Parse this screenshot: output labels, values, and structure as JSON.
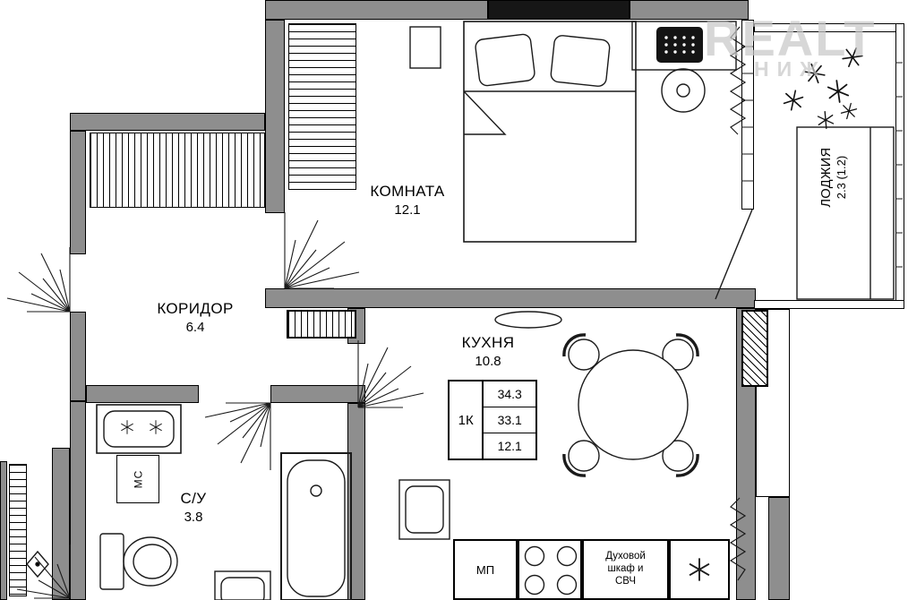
{
  "rooms": {
    "bedroom": {
      "name": "КОМНАТА",
      "area": "12.1"
    },
    "corridor": {
      "name": "КОРИДОР",
      "area": "6.4"
    },
    "kitchen": {
      "name": "КУХНЯ",
      "area": "10.8"
    },
    "bathroom": {
      "name": "С/У",
      "area": "3.8"
    },
    "loggia": {
      "name": "ЛОДЖИЯ",
      "area": "2.3 (1.2)"
    }
  },
  "info_table": {
    "unit_type": "1К",
    "values": [
      "34.3",
      "33.1",
      "12.1"
    ]
  },
  "appliances": {
    "washing_machine": "МС",
    "kitchen_cabinet": "МП",
    "oven_lines": [
      "Духовой",
      "шкаф и",
      "СВЧ"
    ]
  },
  "icons": {
    "fridge": "snowflake-icon",
    "bathroom_taps": "asterisk-icon",
    "loggia_decor": "plant-icon",
    "tv": "tv-icon"
  },
  "watermark": {
    "line1": "REALT",
    "line2": "НИЖ"
  },
  "colors": {
    "wall": "#8e8e8e",
    "wall_dark": "#161616",
    "line": "#000000",
    "watermark": "#c8c8c8"
  }
}
